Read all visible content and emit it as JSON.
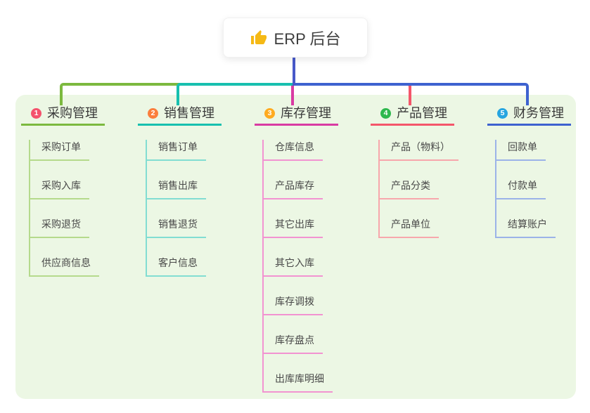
{
  "root": {
    "label": "ERP 后台",
    "icon": "thumbs-up",
    "icon_color": "#f5b915",
    "connector_color": "#4859c9"
  },
  "panel_color": "#ecf7e4",
  "branches": [
    {
      "badge": "1",
      "title": "采购管理",
      "colors": {
        "badge": "#f4516c",
        "line": "#7cb93f",
        "child_line": "#b5da8c"
      },
      "children": [
        "采购订单",
        "采购入库",
        "采购退货",
        "供应商信息"
      ]
    },
    {
      "badge": "2",
      "title": "销售管理",
      "colors": {
        "badge": "#fb7e3c",
        "line": "#17c0af",
        "child_line": "#82ddd2"
      },
      "children": [
        "销售订单",
        "销售出库",
        "销售退货",
        "客户信息"
      ]
    },
    {
      "badge": "3",
      "title": "库存管理",
      "colors": {
        "badge": "#ffab20",
        "line": "#d93ba3",
        "child_line": "#f293d1"
      },
      "children": [
        "仓库信息",
        "产品库存",
        "其它出库",
        "其它入库",
        "库存调拨",
        "库存盘点",
        "出库库明细"
      ]
    },
    {
      "badge": "4",
      "title": "产品管理",
      "colors": {
        "badge": "#2eb84e",
        "line": "#f4566a",
        "child_line": "#f7a7ac"
      },
      "children": [
        "产品（物料）",
        "产品分类",
        "产品单位"
      ]
    },
    {
      "badge": "5",
      "title": "财务管理",
      "colors": {
        "badge": "#27a5e0",
        "line": "#3e62d0",
        "child_line": "#9bb3e8"
      },
      "children": [
        "回款单",
        "付款单",
        "结算账户"
      ]
    }
  ]
}
